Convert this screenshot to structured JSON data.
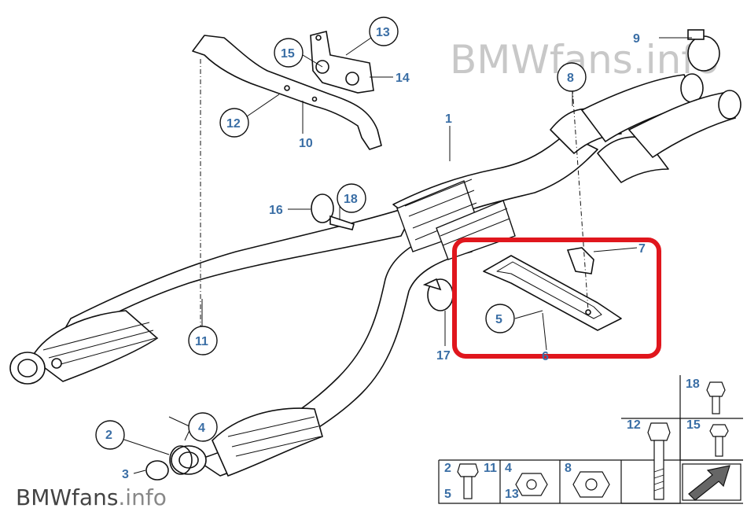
{
  "watermark_top": "BMWfans.info",
  "watermark_bottom": {
    "brand": "BMWfans",
    "suffix": ".info"
  },
  "callouts": {
    "c1": "1",
    "c2": "2",
    "c3": "3",
    "c4": "4",
    "c5": "5",
    "c6": "6",
    "c7": "7",
    "c8": "8",
    "c9": "9",
    "c10": "10",
    "c11": "11",
    "c12": "12",
    "c13": "13",
    "c14": "14",
    "c15": "15",
    "c16": "16",
    "c17": "17",
    "c18": "18"
  },
  "hardware_panels": {
    "p18": "18",
    "p15": "15",
    "p12": "12",
    "p2": "2",
    "p11": "11",
    "p5": "5",
    "p4": "4",
    "p13": "13",
    "p8": "8"
  },
  "colors": {
    "label": "#3a6ea5",
    "highlight": "#e0161d",
    "line": "#111111",
    "panel_fill": "#ffffff"
  }
}
